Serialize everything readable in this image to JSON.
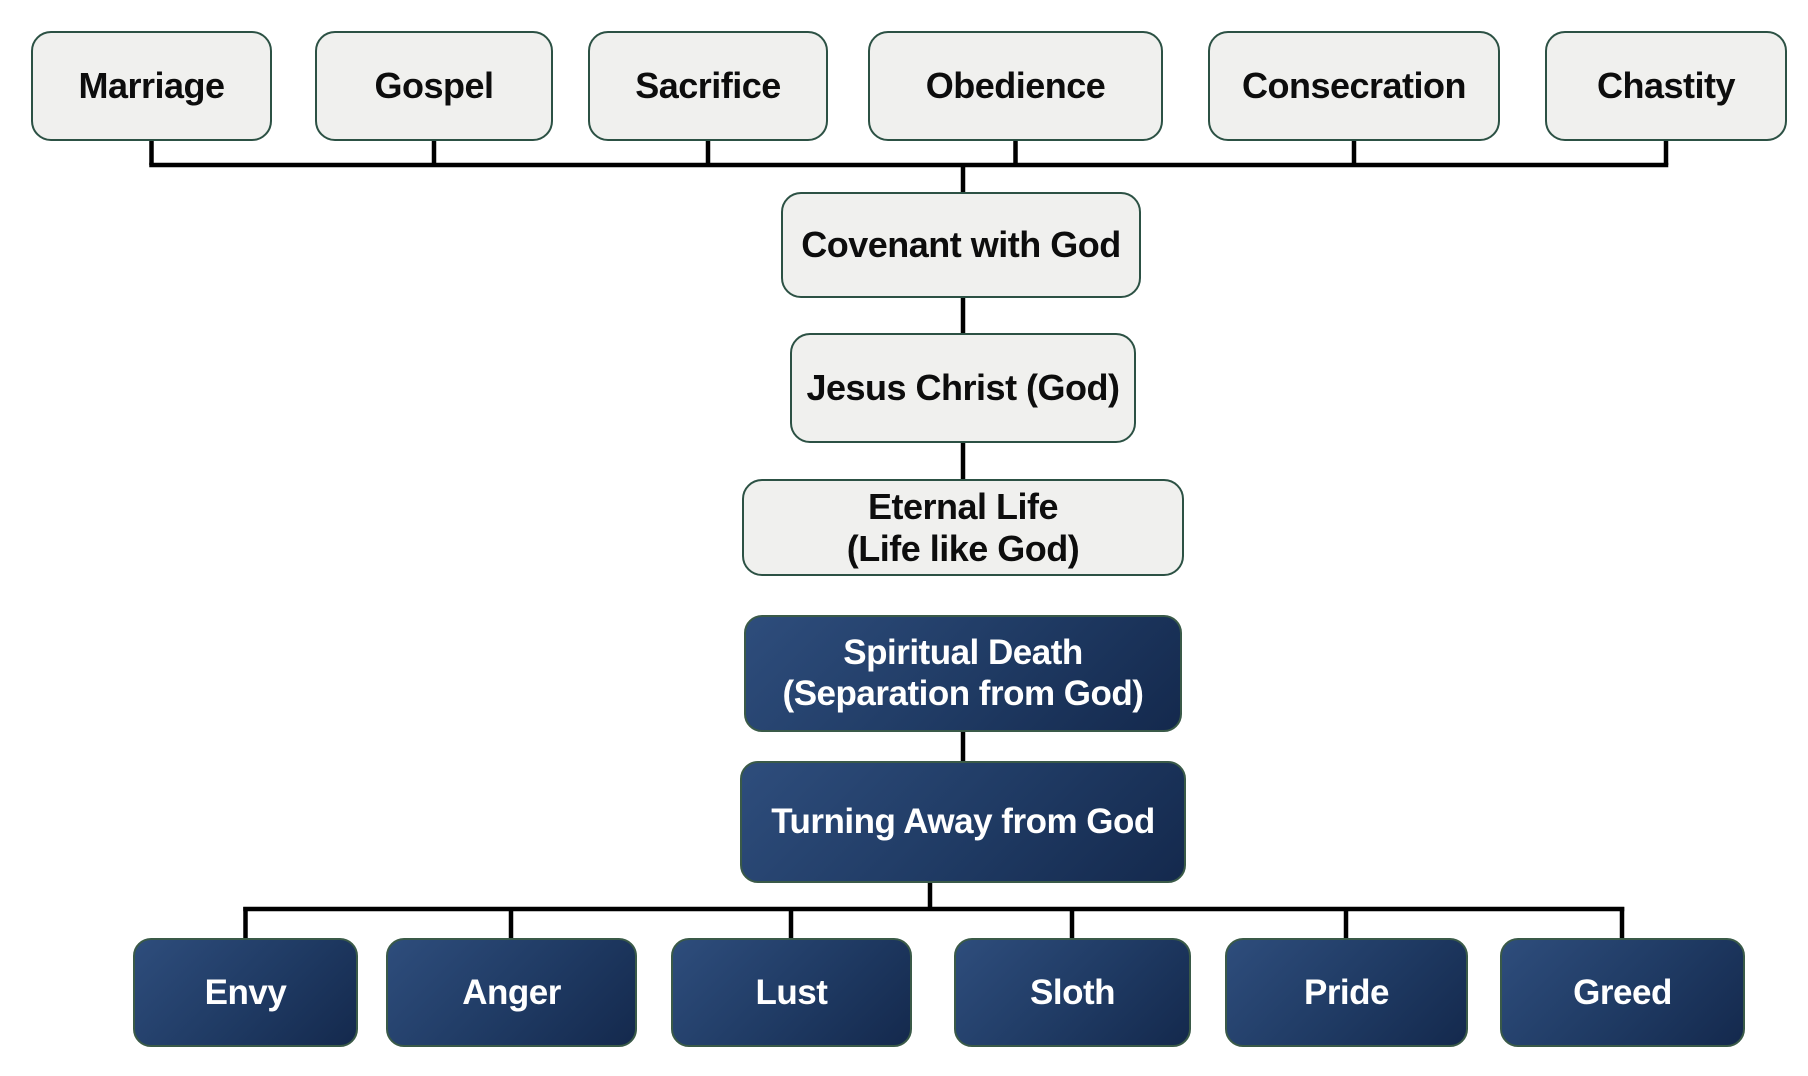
{
  "colors": {
    "background": "#ffffff",
    "light_box_fill": "#f0f0ee",
    "light_box_border": "#2c5144",
    "dark_box_gradient_start": "#2e4d7c",
    "dark_box_gradient_end": "#14294d",
    "dark_box_border": "#3a5a48",
    "connector_line": "#000000",
    "text_on_light": "#0d0d0d",
    "text_on_dark": "#ffffff"
  },
  "nodes": {
    "marriage": {
      "label": "Marriage"
    },
    "gospel": {
      "label": "Gospel"
    },
    "sacrifice": {
      "label": "Sacrifice"
    },
    "obedience": {
      "label": "Obedience"
    },
    "consecration": {
      "label": "Consecration"
    },
    "chastity": {
      "label": "Chastity"
    },
    "covenant": {
      "label": "Covenant with God"
    },
    "jesus": {
      "label": "Jesus Christ (God)"
    },
    "eternal": {
      "line1": "Eternal Life",
      "line2": "(Life like God)"
    },
    "spiritual": {
      "line1": "Spiritual Death",
      "line2": "(Separation from God)"
    },
    "turning": {
      "label": "Turning Away from God"
    },
    "envy": {
      "label": "Envy"
    },
    "anger": {
      "label": "Anger"
    },
    "lust": {
      "label": "Lust"
    },
    "sloth": {
      "label": "Sloth"
    },
    "pride": {
      "label": "Pride"
    },
    "greed": {
      "label": "Greed"
    }
  },
  "edges": [
    {
      "from": "Marriage",
      "to": "Covenant with God"
    },
    {
      "from": "Gospel",
      "to": "Covenant with God"
    },
    {
      "from": "Sacrifice",
      "to": "Covenant with God"
    },
    {
      "from": "Obedience",
      "to": "Covenant with God"
    },
    {
      "from": "Consecration",
      "to": "Covenant with God"
    },
    {
      "from": "Chastity",
      "to": "Covenant with God"
    },
    {
      "from": "Covenant with God",
      "to": "Jesus Christ (God)"
    },
    {
      "from": "Jesus Christ (God)",
      "to": "Eternal Life (Life like God)"
    },
    {
      "from": "Spiritual Death (Separation from God)",
      "to": "Turning Away from God"
    },
    {
      "from": "Turning Away from God",
      "to": "Envy"
    },
    {
      "from": "Turning Away from God",
      "to": "Anger"
    },
    {
      "from": "Turning Away from God",
      "to": "Lust"
    },
    {
      "from": "Turning Away from God",
      "to": "Sloth"
    },
    {
      "from": "Turning Away from God",
      "to": "Pride"
    },
    {
      "from": "Turning Away from God",
      "to": "Greed"
    }
  ]
}
